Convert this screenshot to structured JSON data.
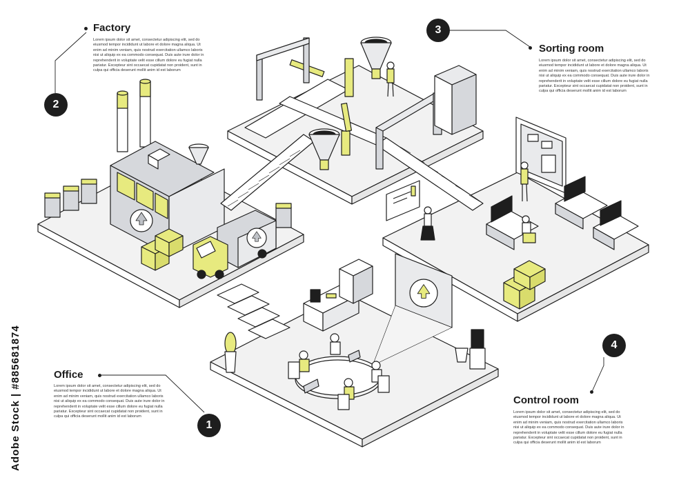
{
  "sections": [
    {
      "id": "factory",
      "number": "2",
      "title": "Factory",
      "text": "Lorem ipsum dolor sit amet, consectetur adipiscing elit, sed do eiusmod tempor incididunt ut labore et dolore magna aliqua. Ut enim ad minim veniam, quis nostrud exercitation ullamco laboris nisi ut aliquip ex ea commodo consequat. Duis aute irure dolor in reprehenderit in voluptate velit esse cillum dolore eu fugiat nulla pariatur. Excepteur sint occaecat cupidatat non proident, sunt in culpa qui officia deserunt mollit anim id est laborum"
    },
    {
      "id": "sorting",
      "number": "3",
      "title": "Sorting room",
      "text": "Lorem ipsum dolor sit amet, consectetur adipiscing elit, sed do eiusmod tempor incididunt ut labore et dolore magna aliqua. Ut enim ad minim veniam, quis nostrud exercitation ullamco laboris nisi ut aliquip ex ea commodo consequat. Duis aute irure dolor in reprehenderit in voluptate velit esse cillum dolore eu fugiat nulla pariatur. Excepteur sint occaecat cupidatat non proident, sunt in culpa qui officia deserunt mollit anim id est laborum"
    },
    {
      "id": "office",
      "number": "1",
      "title": "Office",
      "text": "Lorem ipsum dolor sit amet, consectetur adipiscing elit, sed do eiusmod tempor incididunt ut labore et dolore magna aliqua. Ut enim ad minim veniam, quis nostrud exercitation ullamco laboris nisi ut aliquip ex ea commodo consequat. Duis aute irure dolor in reprehenderit in voluptate velit esse cillum dolore eu fugiat nulla pariatur. Excepteur sint occaecat cupidatat non proident, sunt in culpa qui officia deserunt mollit anim id est laborum"
    },
    {
      "id": "control",
      "number": "4",
      "title": "Control room",
      "text": "Lorem ipsum dolor sit amet, consectetur adipiscing elit, sed do eiusmod tempor incididunt ut labore et dolore magna aliqua. Ut enim ad minim veniam, quis nostrud exercitation ullamco laboris nisi ut aliquip ex ea commodo consequat. Duis aute irure dolor in reprehenderit in voluptate velit esse cillum dolore eu fugiat nulla pariatur. Excepteur sint occaecat cupidatat non proident, sunt in culpa qui officia deserunt mollit anim id est laborum"
    }
  ],
  "watermark": "Adobe Stock | #885681874",
  "colors": {
    "accent": "#e7ea7f",
    "line": "#1e1e1e",
    "floor": "#eeeeee",
    "machine": "#d6d8dc"
  },
  "icons": [
    "recycle-icon",
    "truck-icon",
    "chimney-icon",
    "conveyor-icon",
    "robot-arm-icon",
    "funnel-icon",
    "server-rack-icon",
    "monitor-icon",
    "boxes-icon",
    "plant-icon",
    "printer-icon",
    "trash-bin-icon",
    "water-cooler-icon"
  ]
}
